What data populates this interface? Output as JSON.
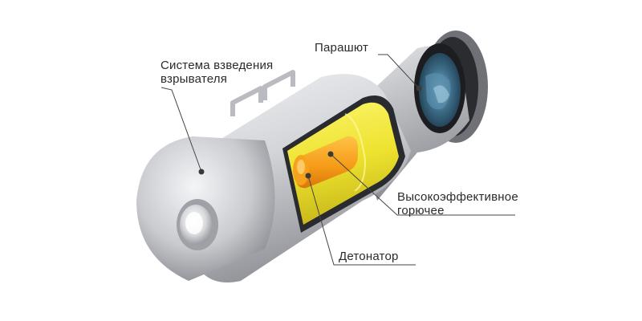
{
  "labels": {
    "fuse_system": {
      "line1": "Система взведения",
      "line2": "взрывателя"
    },
    "parachute": "Парашют",
    "explosive": {
      "line1": "Высокоэффективное",
      "line2": "горючее"
    },
    "detonator": "Детонатор"
  },
  "colors": {
    "body_light": "#e4e5e8",
    "body_dark": "#8a8c91",
    "explosive_yellow": "#f2e83a",
    "detonator_orange": "#f7a21c",
    "parachute_blue": "#3b6b86",
    "leader_line": "#444444"
  }
}
